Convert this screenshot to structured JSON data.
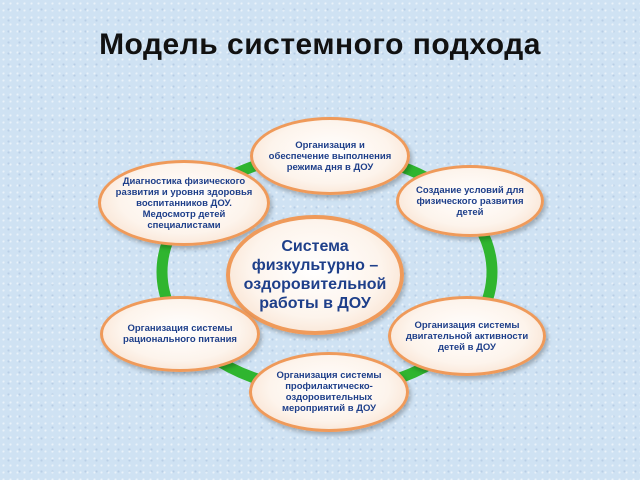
{
  "slide": {
    "title": "Модель системного подхода"
  },
  "diagram": {
    "ring_color": "#2fb52f",
    "node_border_color": "#ef9a5a",
    "text_color": "#1e3f8a",
    "center": {
      "label": "Система физкультурно – оздоровительной работы в ДОУ"
    },
    "nodes": [
      {
        "id": "top",
        "label": "Организация и обеспечение выполнения режима дня в ДОУ"
      },
      {
        "id": "upper-left",
        "label": "Диагностика физического развития и уровня здоровья воспитанников ДОУ. Медосмотр детей специалистами"
      },
      {
        "id": "upper-right",
        "label": "Создание условий для физического развития детей"
      },
      {
        "id": "lower-left",
        "label": "Организация системы рационального питания"
      },
      {
        "id": "lower-right",
        "label": "Организация системы двигательной активности детей в ДОУ"
      },
      {
        "id": "bottom",
        "label": "Организация системы профилактическо-оздоровительных мероприятий в ДОУ"
      }
    ]
  }
}
